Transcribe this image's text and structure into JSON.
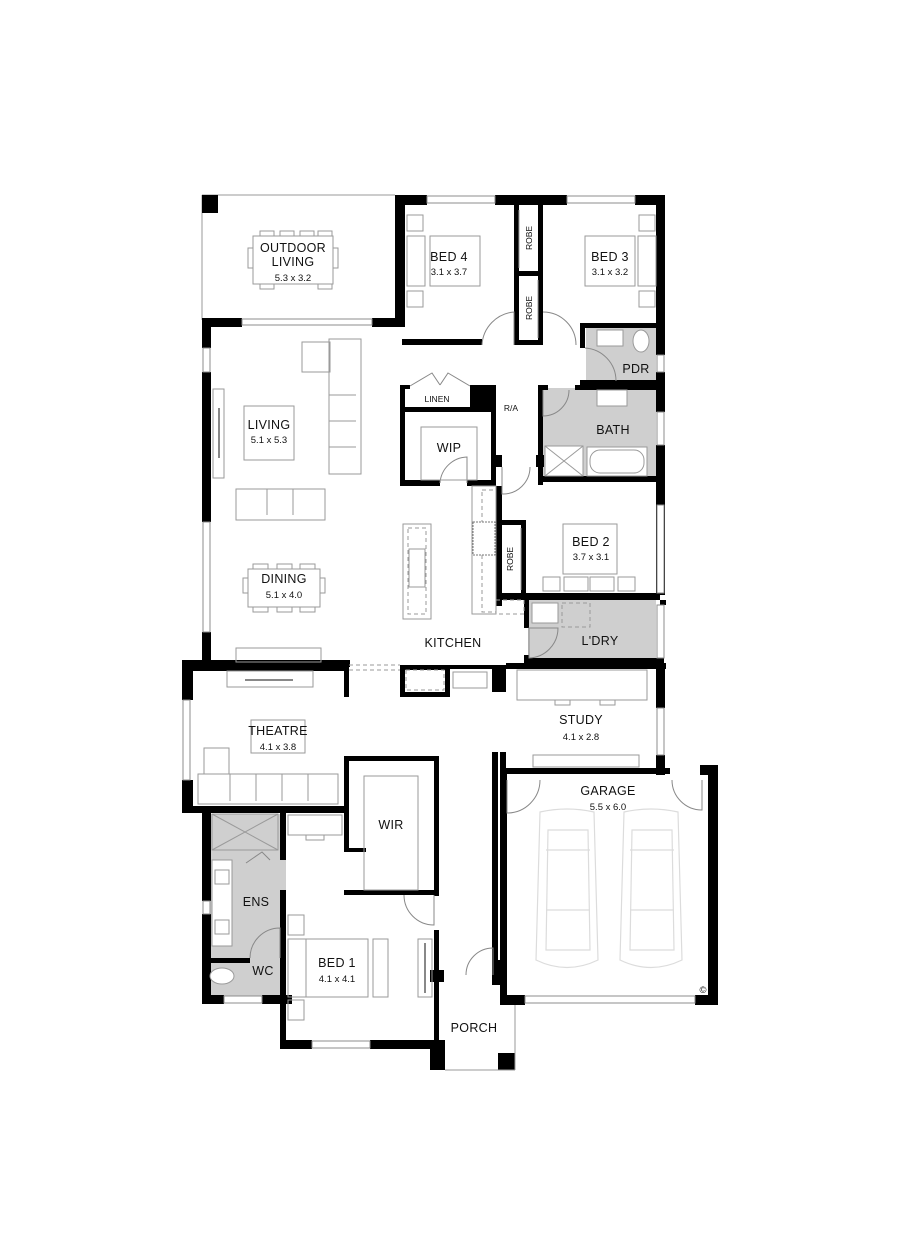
{
  "plan": {
    "shade_color": "#cfcfcf",
    "wall_color": "#000000",
    "rooms": {
      "outdoor_living": {
        "name_line1": "OUTDOOR",
        "name_line2": "LIVING",
        "dims": "5.3 x 3.2"
      },
      "bed4": {
        "name": "BED 4",
        "dims": "3.1 x 3.7"
      },
      "bed3": {
        "name": "BED 3",
        "dims": "3.1 x 3.2"
      },
      "robe_upper": {
        "name": "ROBE"
      },
      "robe_lower": {
        "name": "ROBE"
      },
      "pdr": {
        "name": "PDR"
      },
      "linen": {
        "name": "LINEN"
      },
      "ra": {
        "name": "R/A"
      },
      "bath": {
        "name": "BATH"
      },
      "wip": {
        "name": "WIP"
      },
      "living": {
        "name": "LIVING",
        "dims": "5.1 x 5.3"
      },
      "dining": {
        "name": "DINING",
        "dims": "5.1 x 4.0"
      },
      "kitchen": {
        "name": "KITCHEN"
      },
      "bed2": {
        "name": "BED 2",
        "dims": "3.7 x 3.1"
      },
      "robe_bed2": {
        "name": "ROBE"
      },
      "laundry": {
        "name": "L'DRY"
      },
      "theatre": {
        "name": "THEATRE",
        "dims": "4.1 x 3.8"
      },
      "study": {
        "name": "STUDY",
        "dims": "4.1 x 2.8"
      },
      "garage": {
        "name": "GARAGE",
        "dims": "5.5 x 6.0"
      },
      "wir": {
        "name": "WIR"
      },
      "ens": {
        "name": "ENS"
      },
      "wc": {
        "name": "WC"
      },
      "bed1": {
        "name": "BED 1",
        "dims": "4.1 x 4.1"
      },
      "porch": {
        "name": "PORCH"
      }
    },
    "copyright_symbol": "©"
  }
}
